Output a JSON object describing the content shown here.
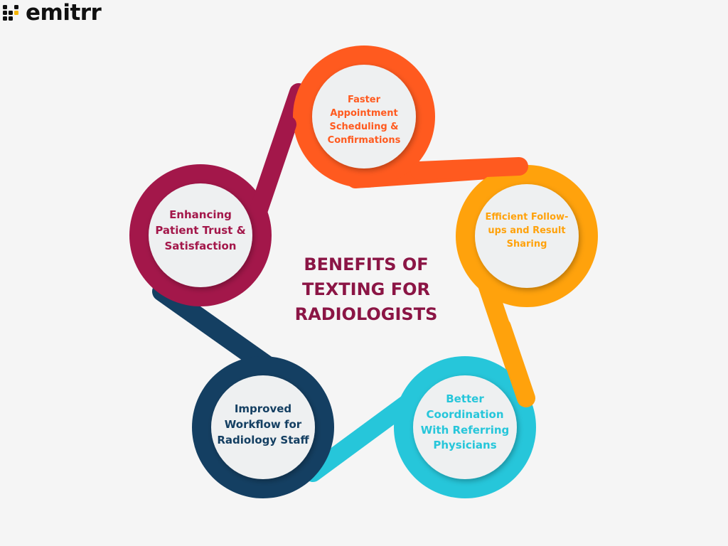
{
  "brand": {
    "name": "emitrr"
  },
  "title": {
    "lines": [
      "BENEFITS OF",
      "TEXTING FOR",
      "RADIOLOGISTS"
    ]
  },
  "nodes": [
    {
      "label": "Faster Appointment Scheduling & Confirmations",
      "color": "#ff5a1f"
    },
    {
      "label": "Efficient Follow-ups and Result Sharing",
      "color": "#ffa20c"
    },
    {
      "label": "Better Coordination With Referring Physicians",
      "color": "#26c6da"
    },
    {
      "label": "Improved Workflow for Radiology Staff",
      "color": "#143f62"
    },
    {
      "label": "Enhancing Patient Trust & Satisfaction",
      "color": "#a3174a"
    }
  ],
  "colors": {
    "title": "#8b1545",
    "inner_circle": "#eef0f1",
    "background": "#f5f5f5"
  }
}
